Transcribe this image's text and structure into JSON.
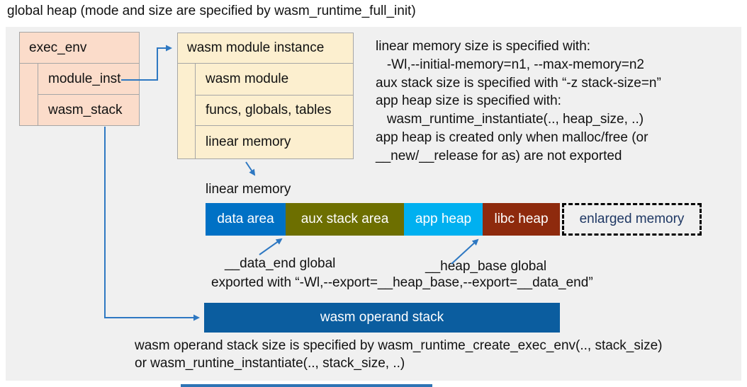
{
  "title": "global heap (mode and size are specified by wasm_runtime_full_init)",
  "exec_env": {
    "header": "exec_env",
    "rows": [
      {
        "label": "module_inst"
      },
      {
        "label": "wasm_stack"
      }
    ]
  },
  "module_instance": {
    "header": "wasm module instance",
    "rows": [
      {
        "label": "wasm module"
      },
      {
        "label": "funcs, globals, tables"
      },
      {
        "label": "linear memory"
      }
    ]
  },
  "notes": {
    "lines": [
      "linear memory size is specified with:",
      "   -Wl,--initial-memory=n1, --max-memory=n2",
      "aux stack size is specified with “-z stack-size=n”",
      "app heap size is specified with:",
      "   wasm_runtime_instantiate(.., heap_size, ..)",
      "app heap is created only when malloc/free (or",
      "__new/__release for as) are not exported"
    ]
  },
  "linear_memory": {
    "label": "linear memory",
    "segments": [
      {
        "label": "data area",
        "color": "#0071c5"
      },
      {
        "label": "aux stack area",
        "color": "#6d6f00"
      },
      {
        "label": "app heap",
        "color": "#00b0f0"
      },
      {
        "label": "libc heap",
        "color": "#8e2a0d"
      }
    ],
    "enlarged": {
      "label": "enlarged memory",
      "text_color": "#1f3864",
      "border_style": "dashed-black"
    }
  },
  "annotations": {
    "data_end": "__data_end global",
    "heap_base": "__heap_base global",
    "exported": "exported with “-Wl,--export=__heap_base,--export=__data_end”"
  },
  "operand_stack": {
    "label": "wasm operand stack",
    "color": "#0b5d9f"
  },
  "footer": {
    "line1": "wasm operand stack size is specified by wasm_runtime_create_exec_env(.., stack_size)",
    "line2": "or wasm_runtine_instantiate(.., stack_size, ..)"
  },
  "style": {
    "arrow_color": "#2e78c2",
    "panel_background": "#f0f0f0",
    "exec_env_fill": "#fbdcca",
    "module_instance_fill": "#fcefcf"
  }
}
